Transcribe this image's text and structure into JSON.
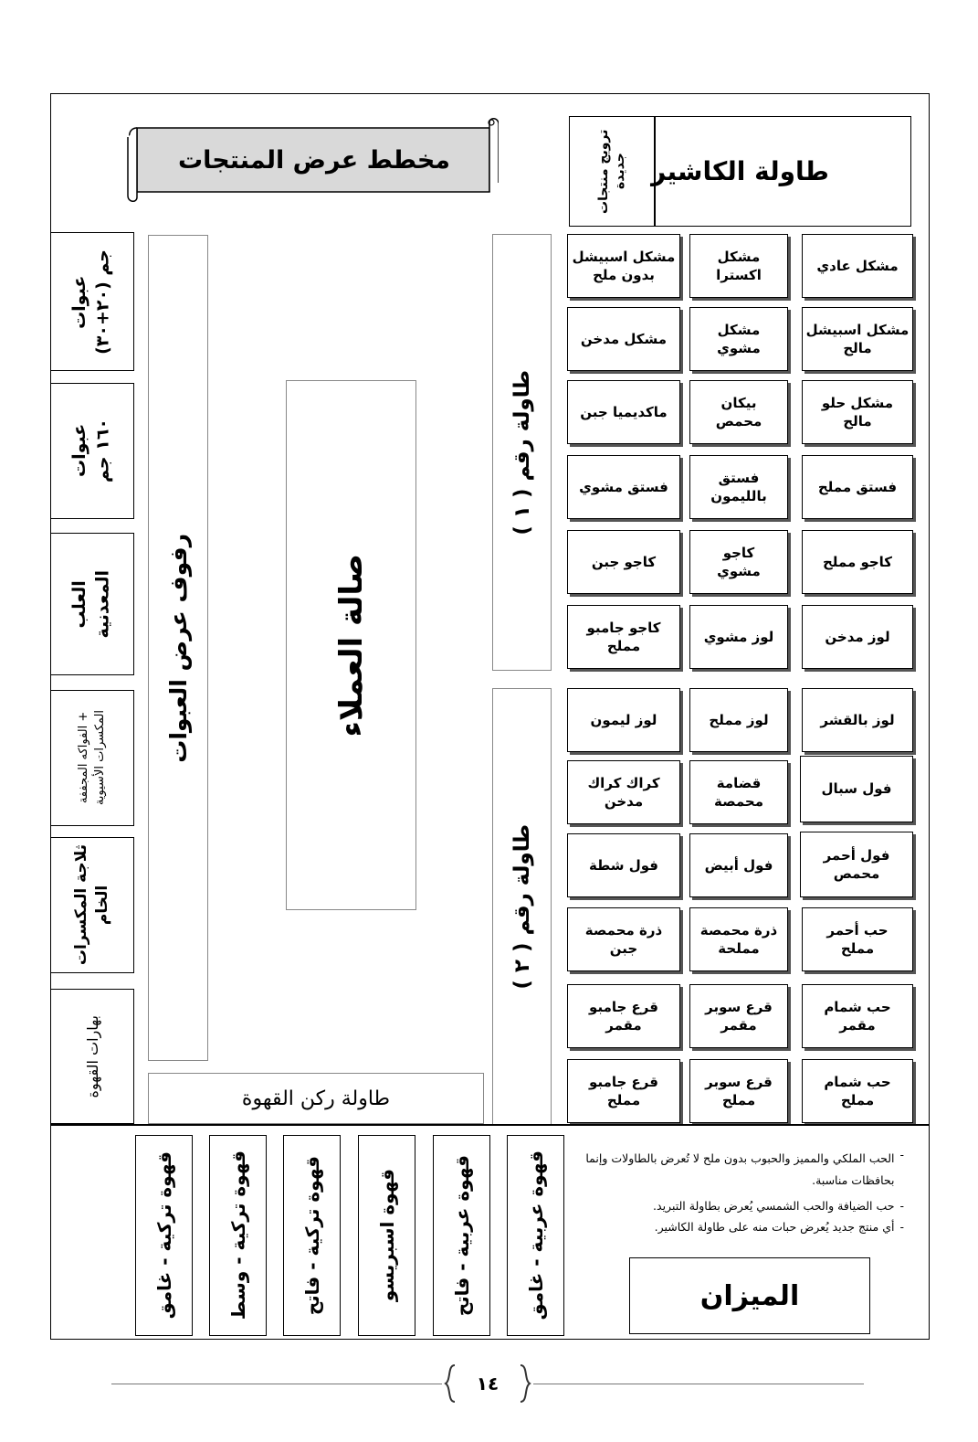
{
  "title": "مخطط عرض المنتجات",
  "cashier": {
    "label": "طاولة الكاشير",
    "promo": "ترويج منتجات\nجديدة"
  },
  "table1_label": "طاولة رقم ( ١ )",
  "table2_label": "طاولة رقم ( ٢ )",
  "hall_label": "صالة العملاء",
  "shelves_label": "رفوف عرض العبوات",
  "coffee_corner_label": "طاولة ركن القهوة",
  "left_column": [
    "عبوات\n(٢٠+٣٠) جم",
    "عبوات\n١٦٠ جم",
    "العلب\nالمعدنية",
    "الفواكه المجففة +\nالمكسرات الأسيوية",
    "ثلاجة المكسرات\nالخام",
    "بهارات القهوة"
  ],
  "products": [
    [
      "مشكل عادي",
      "مشكل\nاكسترا",
      "مشكل اسبيشل\nبدون ملح"
    ],
    [
      "مشكل اسبيشل\nمالح",
      "مشكل\nمشوي",
      "مشكل مدخن"
    ],
    [
      "مشكل حلو\nمالح",
      "بيكان\nمحمص",
      "ماكديميا جبن"
    ],
    [
      "فستق مملح",
      "فستق\nبالليمون",
      "فستق مشوي"
    ],
    [
      "كاجو مملح",
      "كاجو\nمشوي",
      "كاجو جبن"
    ],
    [
      "لوز مدخن",
      "لوز مشوي",
      "كاجو جامبو\nمملح"
    ],
    [
      "لوز بالقشر",
      "لوز مملح",
      "لوز ليمون"
    ],
    [
      "فول سبال",
      "قضامة\nمحمصة",
      "كراك كراك\nمدخن"
    ],
    [
      "فول أحمر\nمحمص",
      "فول أبيض",
      "فول شطة"
    ],
    [
      "حب أحمر\nمملح",
      "ذرة محمصة\nمملحة",
      "ذرة محمصة\nجبن"
    ],
    [
      "حب شمام\nمقمر",
      "قرع سوبر\nمقمر",
      "قرع جامبو\nمقمر"
    ],
    [
      "حب شمام\nمملح",
      "قرع سوبر\nمملح",
      "قرع جامبو\nمملح"
    ]
  ],
  "coffee_bins": [
    "قهوة تركية - غامق",
    "قهوة تركية - وسط",
    "قهوة تركية - فاتح",
    "قهوة اسبريسو",
    "قهوة عربية - فاتح",
    "قهوة عربية - غامق"
  ],
  "notes": [
    {
      "bullet": "-",
      "text": "الحب الملكي والمميز والحبوب بدون ملح لا تُعرض بالطاولات وإنما بحافظات مناسبة."
    },
    {
      "bullet": "-",
      "text": "حب الضيافة والحب الشمسي يُعرض بطاولة التبريد."
    },
    {
      "bullet": "-",
      "text": "أي منتج جديد يُعرض حبات منه على طاولة الكاشير."
    }
  ],
  "scale_label": "الميزان",
  "page_number": "١٤"
}
